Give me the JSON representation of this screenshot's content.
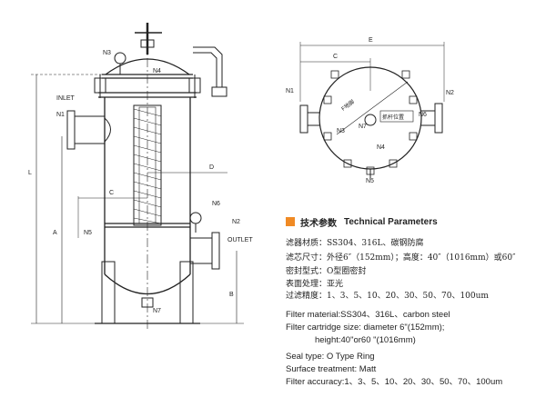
{
  "elevation_labels": {
    "n3": "N3",
    "n4": "N4",
    "inlet": "INLET",
    "n1": "N1",
    "n6": "N6",
    "n2": "N2",
    "outlet": "OUTLET",
    "n5": "N5",
    "n7": "N7",
    "dim_l": "L",
    "dim_a": "A",
    "dim_b": "B",
    "dim_c": "C",
    "dim_d": "D"
  },
  "plan_labels": {
    "e": "E",
    "c": "C",
    "n1": "N1",
    "n2": "N2",
    "n3": "N3",
    "n4": "N4",
    "n5": "N5",
    "n6": "N6",
    "n7": "N7",
    "f_label": "F地脚",
    "handle_position": "抓杆位置"
  },
  "technical_parameters": {
    "title_cn": "技术参数",
    "title_en": "Technical Parameters",
    "specs_cn": [
      "滤器材质：SS304、316L、碳钢防腐",
      "滤芯尺寸：外径6″（152mm）；高度：40″（1016mm）或60″",
      "密封型式：O型圈密封",
      "表面处理：亚光",
      "过滤精度：1、3、5、10、20、30、50、70、100um"
    ],
    "specs_en": [
      "Filter material:SS304、316L、carbon steel",
      "Filter cartridge size: diameter 6\"(152mm);",
      "height:40\"or60 \"(1016mm)",
      "Seal type: O Type Ring",
      "Surface treatment: Matt",
      "Filter accuracy:1、3、5、10、20、30、50、70、100um"
    ]
  },
  "colors": {
    "accent_square": "#f08a24",
    "line": "#222222"
  }
}
